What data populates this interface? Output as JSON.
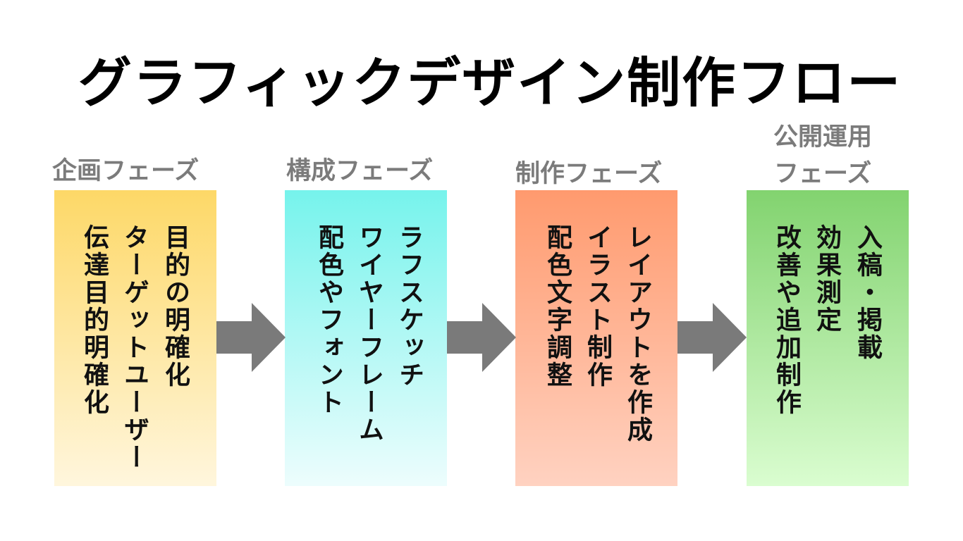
{
  "title": "グラフィックデザイン制作フロー",
  "colors": {
    "label_gray": "#7b7b7b",
    "arrow_gray": "#7a7a7a",
    "phase1_gradient": [
      "#fdd867",
      "#fff6dd"
    ],
    "phase2_gradient": [
      "#76f3ec",
      "#edfdfd"
    ],
    "phase3_gradient": [
      "#ff9a6e",
      "#ffd2c1"
    ],
    "phase4_gradient": [
      "#82d36f",
      "#dafdd0"
    ]
  },
  "phases": [
    {
      "label": "企画フェーズ",
      "tasks": [
        "目的の明確化",
        "ターゲットユーザー",
        "伝達目的明確化"
      ]
    },
    {
      "label": "構成フェーズ",
      "tasks": [
        "ラフスケッチ",
        "ワイヤーフレーム",
        "配色やフォント"
      ]
    },
    {
      "label": "制作フェーズ",
      "tasks": [
        "レイアウトを作成",
        "イラスト制作",
        "配色文字調整"
      ]
    },
    {
      "label_line1": "公開運用",
      "label_line2": "フェーズ",
      "tasks": [
        "入稿・掲載",
        "効果測定",
        "改善や追加制作"
      ]
    }
  ]
}
